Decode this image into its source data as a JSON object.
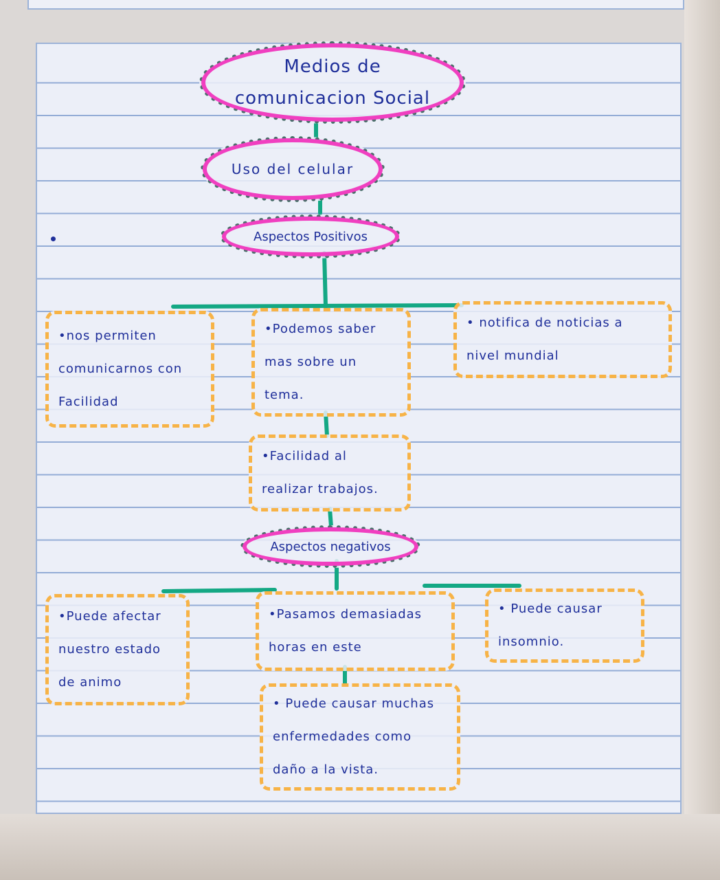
{
  "diagram": {
    "title": "Medios de comunicacion Social",
    "topic": "Uso del celular",
    "positive": {
      "heading": "Aspectos Positivos",
      "items": [
        "•nos permiten comunicarnos con Facilidad",
        "•Podemos saber mas sobre un tema.",
        "• notifica de noticias a nivel mundial",
        "•Facilidad al realizar trabajos."
      ]
    },
    "negative": {
      "heading": "Aspectos negativos",
      "items": [
        "•Puede afectar nuestro estado de animo",
        "•Pasamos demasiadas horas en este",
        "• Puede causar insomnio.",
        "• Puede causar muchas enfermedades como daño a la vista."
      ]
    }
  },
  "colors": {
    "ink": "#1f2f9a",
    "pink_outline": "#f03fc0",
    "orange_outline": "#f7b347",
    "connector": "#14a884"
  }
}
